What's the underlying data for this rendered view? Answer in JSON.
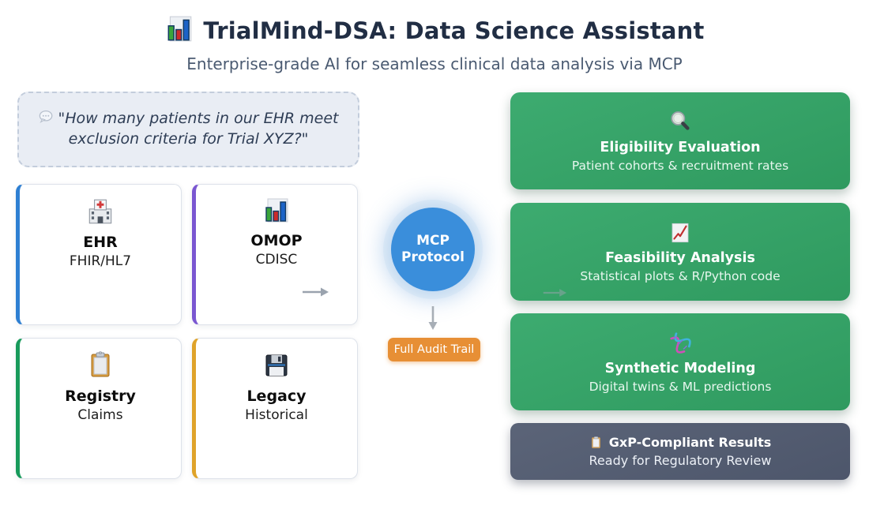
{
  "header": {
    "icon": "bar-chart-icon",
    "title": "TrialMind-DSA: Data Science Assistant",
    "subtitle": "Enterprise-grade AI for seamless clinical data analysis via MCP"
  },
  "query": {
    "icon": "speech-bubble-icon",
    "text": "\"How many patients in our EHR meet exclusion criteria for Trial XYZ?\""
  },
  "sources": [
    {
      "icon": "hospital-icon",
      "title": "EHR",
      "subtitle": "FHIR/HL7",
      "accent": "#2e7fd2"
    },
    {
      "icon": "bar-chart-icon",
      "title": "OMOP",
      "subtitle": "CDISC",
      "accent": "#7a57d1"
    },
    {
      "icon": "clipboard-icon",
      "title": "Registry",
      "subtitle": "Claims",
      "accent": "#189a5b"
    },
    {
      "icon": "floppy-disk-icon",
      "title": "Legacy",
      "subtitle": "Historical",
      "accent": "#dfa32a"
    }
  ],
  "hub": {
    "line1": "MCP",
    "line2": "Protocol",
    "color": "#3a8edb"
  },
  "audit": {
    "label": "Full Audit Trail",
    "color": "#e78f35"
  },
  "outputs": [
    {
      "icon": "magnifier-icon",
      "title": "Eligibility Evaluation",
      "subtitle": "Patient cohorts & recruitment rates",
      "color": "#38a269"
    },
    {
      "icon": "chart-up-icon",
      "title": "Feasibility Analysis",
      "subtitle": "Statistical plots & R/Python code",
      "color": "#38a269"
    },
    {
      "icon": "dna-icon",
      "title": "Synthetic Modeling",
      "subtitle": "Digital twins & ML predictions",
      "color": "#38a269"
    }
  ],
  "result": {
    "icon": "clipboard-icon",
    "title": "GxP-Compliant Results",
    "subtitle": "Ready for Regulatory Review",
    "color": "#566077"
  }
}
